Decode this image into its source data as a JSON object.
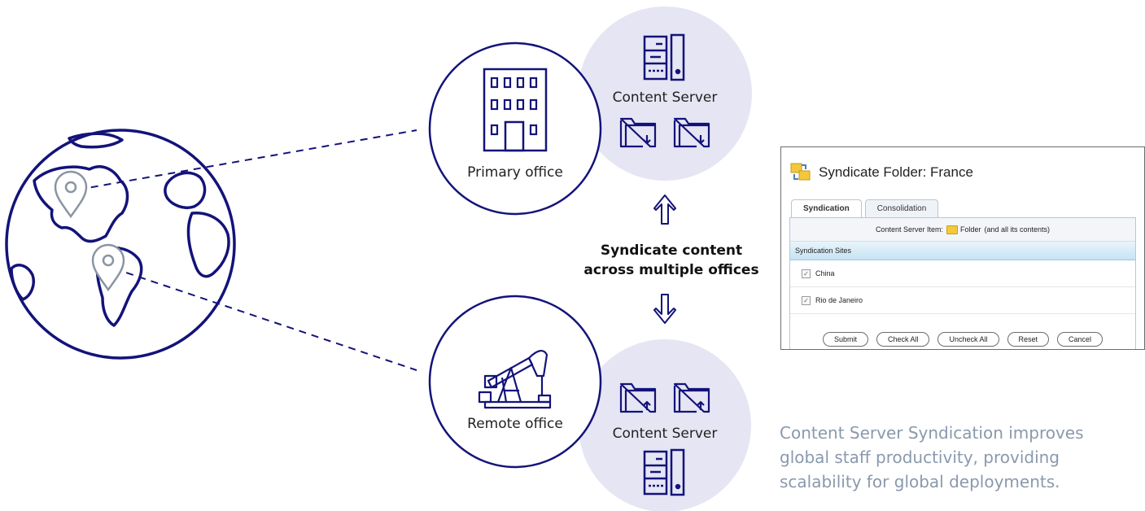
{
  "diagram": {
    "primary_office_label": "Primary office",
    "remote_office_label": "Remote office",
    "server_top_label": "Content Server",
    "server_bottom_label": "Content Server",
    "syndicate_text_line1": "Syndicate content",
    "syndicate_text_line2": "across multiple offices",
    "caption": "Content Server Syndication improves global staff productivity, providing scalability for global deployments."
  },
  "dialog": {
    "title": "Syndicate Folder: France",
    "tabs": [
      {
        "label": "Syndication",
        "active": true
      },
      {
        "label": "Consolidation",
        "active": false
      }
    ],
    "item_label": "Content Server Item:",
    "item_value": "Folder",
    "item_suffix": "(and all its contents)",
    "sites_header": "Syndication Sites",
    "sites": [
      {
        "name": "China",
        "checked": true
      },
      {
        "name": "Rio de Janeiro",
        "checked": true
      }
    ],
    "buttons": [
      "Submit",
      "Check All",
      "Uncheck All",
      "Reset",
      "Cancel"
    ]
  },
  "colors": {
    "navy": "#13137a",
    "lavender": "#e6e5f3",
    "pin_gray": "#8a94a2",
    "caption_gray": "#8a99ad"
  },
  "icons": [
    "globe-icon",
    "location-pin-icon",
    "building-icon",
    "oil-pump-icon",
    "server-icon",
    "folder-download-icon",
    "folder-upload-icon",
    "arrow-up-icon",
    "arrow-down-icon",
    "syndicate-icon"
  ]
}
